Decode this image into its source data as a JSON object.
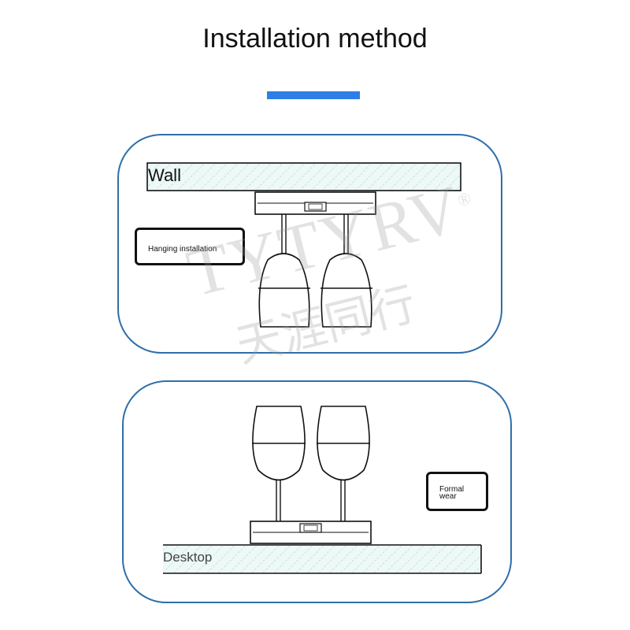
{
  "header": {
    "title": "Installation method",
    "accent_color": "#2f7ee6"
  },
  "top_panel": {
    "surface_label": "Wall",
    "callout": "Hanging installation",
    "border_color": "#2f6fa8"
  },
  "bottom_panel": {
    "surface_label": "Desktop",
    "callout_line1": "Formal",
    "callout_line2": "wear",
    "border_color": "#2f6fa8"
  },
  "watermark": {
    "latin": "TYTYRV",
    "registered_mark": "®",
    "cjk": "天涯同行"
  },
  "icons": [
    "wine-glass-icon",
    "rack-icon",
    "wall-surface-icon",
    "desktop-surface-icon"
  ]
}
